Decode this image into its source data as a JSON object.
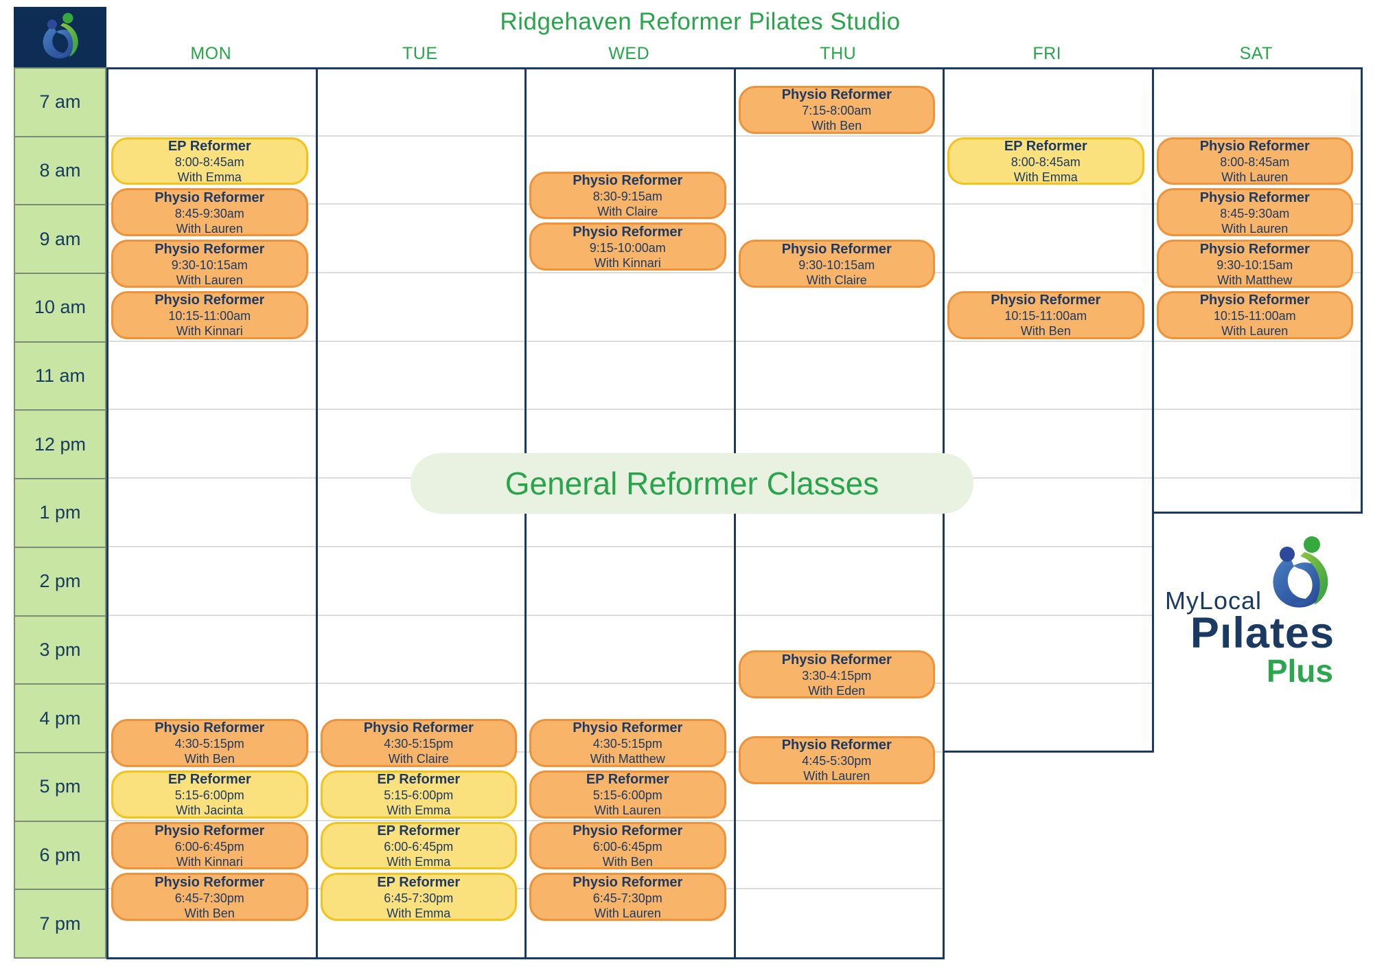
{
  "header": {
    "title": "Ridgehaven Reformer Pilates Studio",
    "days": [
      "MON",
      "TUE",
      "WED",
      "THU",
      "FRI",
      "SAT"
    ]
  },
  "time_labels": [
    "7 am",
    "8 am",
    "9 am",
    "10 am",
    "11 am",
    "12 pm",
    "1 pm",
    "2 pm",
    "3 pm",
    "4 pm",
    "5 pm",
    "6 pm",
    "7 pm"
  ],
  "overlay_label": "General Reformer Classes",
  "brand": {
    "line1": "MyLocal",
    "line2": "Pılates",
    "line3": "Plus"
  },
  "colors": {
    "orange_fill": "#f8b469",
    "orange_border": "#ef9238",
    "yellow_fill": "#fbe17d",
    "yellow_border": "#f2c31c",
    "navy": "#1b3a63",
    "green": "#28a44b",
    "time_cell_green": "#c9e5a3",
    "pill_bg": "#e9f1e0",
    "logo_box_navy": "#0e2d55"
  },
  "schedule": [
    {
      "day": "MON",
      "classes": [
        {
          "name": "EP Reformer",
          "time": "8:00-8:45am",
          "instructor": "With Emma",
          "style": "yellow",
          "start_min": 60,
          "dur_min": 45
        },
        {
          "name": "Physio Reformer",
          "time": "8:45-9:30am",
          "instructor": "With Lauren",
          "style": "orange",
          "start_min": 105,
          "dur_min": 45
        },
        {
          "name": "Physio Reformer",
          "time": "9:30-10:15am",
          "instructor": "With Lauren",
          "style": "orange",
          "start_min": 150,
          "dur_min": 45
        },
        {
          "name": "Physio Reformer",
          "time": "10:15-11:00am",
          "instructor": "With Kinnari",
          "style": "orange",
          "start_min": 195,
          "dur_min": 45
        },
        {
          "name": "Physio Reformer",
          "time": "4:30-5:15pm",
          "instructor": "With Ben",
          "style": "orange",
          "start_min": 570,
          "dur_min": 45
        },
        {
          "name": "EP Reformer",
          "time": "5:15-6:00pm",
          "instructor": "With Jacinta",
          "style": "yellow",
          "start_min": 615,
          "dur_min": 45
        },
        {
          "name": "Physio Reformer",
          "time": "6:00-6:45pm",
          "instructor": "With Kinnari",
          "style": "orange",
          "start_min": 660,
          "dur_min": 45
        },
        {
          "name": "Physio Reformer",
          "time": "6:45-7:30pm",
          "instructor": "With Ben",
          "style": "orange",
          "start_min": 705,
          "dur_min": 45
        }
      ]
    },
    {
      "day": "TUE",
      "classes": [
        {
          "name": "Physio Reformer",
          "time": "4:30-5:15pm",
          "instructor": "With Claire",
          "style": "orange",
          "start_min": 570,
          "dur_min": 45
        },
        {
          "name": "EP Reformer",
          "time": "5:15-6:00pm",
          "instructor": "With Emma",
          "style": "yellow",
          "start_min": 615,
          "dur_min": 45
        },
        {
          "name": "EP Reformer",
          "time": "6:00-6:45pm",
          "instructor": "With Emma",
          "style": "yellow",
          "start_min": 660,
          "dur_min": 45
        },
        {
          "name": "EP Reformer",
          "time": "6:45-7:30pm",
          "instructor": "With Emma",
          "style": "yellow",
          "start_min": 705,
          "dur_min": 45
        }
      ]
    },
    {
      "day": "WED",
      "classes": [
        {
          "name": "Physio Reformer",
          "time": "8:30-9:15am",
          "instructor": "With Claire",
          "style": "orange",
          "start_min": 90,
          "dur_min": 45
        },
        {
          "name": "Physio Reformer",
          "time": "9:15-10:00am",
          "instructor": "With Kinnari",
          "style": "orange",
          "start_min": 135,
          "dur_min": 45
        },
        {
          "name": "Physio Reformer",
          "time": "4:30-5:15pm",
          "instructor": "With Matthew",
          "style": "orange",
          "start_min": 570,
          "dur_min": 45
        },
        {
          "name": "EP Reformer",
          "time": "5:15-6:00pm",
          "instructor": "With Lauren",
          "style": "orange",
          "start_min": 615,
          "dur_min": 45
        },
        {
          "name": "Physio Reformer",
          "time": "6:00-6:45pm",
          "instructor": "With Ben",
          "style": "orange",
          "start_min": 660,
          "dur_min": 45
        },
        {
          "name": "Physio Reformer",
          "time": "6:45-7:30pm",
          "instructor": "With Lauren",
          "style": "orange",
          "start_min": 705,
          "dur_min": 45
        }
      ]
    },
    {
      "day": "THU",
      "classes": [
        {
          "name": "Physio Reformer",
          "time": "7:15-8:00am",
          "instructor": "With Ben",
          "style": "orange",
          "start_min": 15,
          "dur_min": 45
        },
        {
          "name": "Physio Reformer",
          "time": "9:30-10:15am",
          "instructor": "With Claire",
          "style": "orange",
          "start_min": 150,
          "dur_min": 45
        },
        {
          "name": "Physio Reformer",
          "time": "3:30-4:15pm",
          "instructor": "With Eden",
          "style": "orange",
          "start_min": 510,
          "dur_min": 45
        },
        {
          "name": "Physio Reformer",
          "time": "4:45-5:30pm",
          "instructor": "With Lauren",
          "style": "orange",
          "start_min": 585,
          "dur_min": 45
        }
      ]
    },
    {
      "day": "FRI",
      "classes": [
        {
          "name": "EP Reformer",
          "time": "8:00-8:45am",
          "instructor": "With Emma",
          "style": "yellow",
          "start_min": 60,
          "dur_min": 45
        },
        {
          "name": "Physio Reformer",
          "time": "10:15-11:00am",
          "instructor": "With Ben",
          "style": "orange",
          "start_min": 195,
          "dur_min": 45
        }
      ]
    },
    {
      "day": "SAT",
      "classes": [
        {
          "name": "Physio Reformer",
          "time": "8:00-8:45am",
          "instructor": "With Lauren",
          "style": "orange",
          "start_min": 60,
          "dur_min": 45
        },
        {
          "name": "Physio Reformer",
          "time": "8:45-9:30am",
          "instructor": "With Lauren",
          "style": "orange",
          "start_min": 105,
          "dur_min": 45
        },
        {
          "name": "Physio Reformer",
          "time": "9:30-10:15am",
          "instructor": "With Matthew",
          "style": "orange",
          "start_min": 150,
          "dur_min": 45
        },
        {
          "name": "Physio Reformer",
          "time": "10:15-11:00am",
          "instructor": "With Lauren",
          "style": "orange",
          "start_min": 195,
          "dur_min": 45
        }
      ]
    }
  ]
}
